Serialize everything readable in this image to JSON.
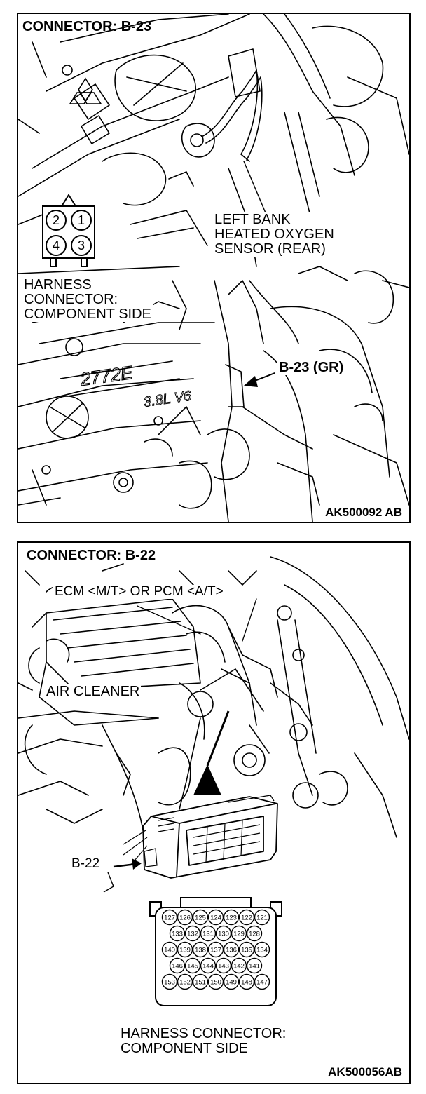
{
  "top_panel": {
    "title": "CONNECTOR: B-23",
    "sensor_label": [
      "LEFT BANK",
      "HEATED OXYGEN",
      "SENSOR (REAR)"
    ],
    "harness_label": [
      "HARNESS",
      "CONNECTOR:",
      "COMPONENT SIDE"
    ],
    "pointer_label": "B-23 (GR)",
    "pins": [
      "2",
      "1",
      "4",
      "3"
    ],
    "engine_marking_1": "2772E",
    "engine_marking_2": "3.8L V6",
    "figure_id": "AK500092 AB"
  },
  "bottom_panel": {
    "title": "CONNECTOR: B-22",
    "module_label": "ECM <M/T> OR PCM <A/T>",
    "cleaner_label": "AIR CLEANER",
    "pointer_label": "B-22",
    "pin_rows": [
      [
        "127",
        "126",
        "125",
        "124",
        "123",
        "122",
        "121"
      ],
      [
        "133",
        "132",
        "131",
        "130",
        "129",
        "128"
      ],
      [
        "140",
        "139",
        "138",
        "137",
        "136",
        "135",
        "134"
      ],
      [
        "146",
        "145",
        "144",
        "143",
        "142",
        "141"
      ],
      [
        "153",
        "152",
        "151",
        "150",
        "149",
        "148",
        "147"
      ]
    ],
    "harness_label": [
      "HARNESS CONNECTOR:",
      "COMPONENT SIDE"
    ],
    "figure_id": "AK500056AB"
  }
}
